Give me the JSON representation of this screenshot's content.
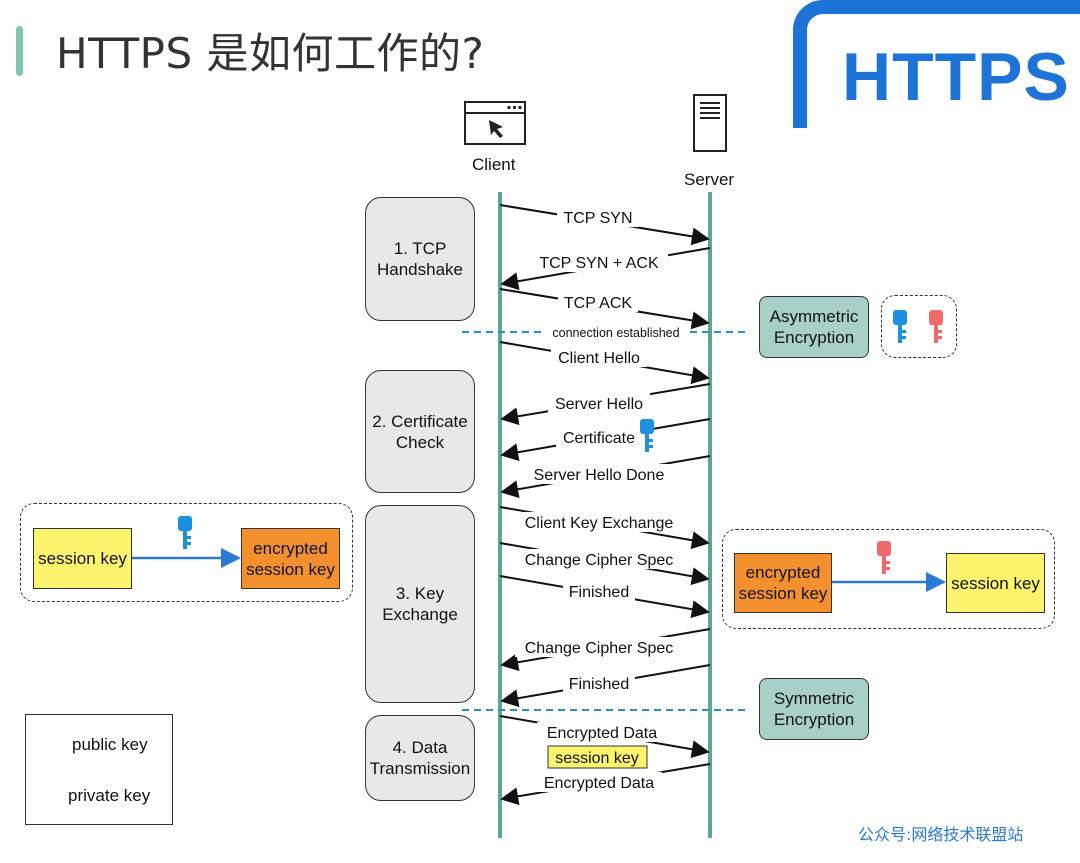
{
  "title": "HTTPS 是如何工作的?",
  "brand": "HTTPS",
  "client_label": "Client",
  "server_label": "Server",
  "phases": {
    "tcp": "1. TCP\nHandshake",
    "cert": "2. Certificate\nCheck",
    "key": "3. Key\nExchange",
    "data": "4. Data\nTransmission"
  },
  "messages": {
    "tcp_syn": "TCP SYN",
    "tcp_syn_ack": "TCP SYN + ACK",
    "tcp_ack": "TCP ACK",
    "connection_established": "connection established",
    "client_hello": "Client Hello",
    "server_hello": "Server Hello",
    "certificate": "Certificate",
    "server_hello_done": "Server Hello Done",
    "client_key_exchange": "Client Key Exchange",
    "change_cipher_spec_1": "Change Cipher Spec",
    "finished_1": "Finished",
    "change_cipher_spec_2": "Change Cipher Spec",
    "finished_2": "Finished",
    "encrypted_data_1": "Encrypted  Data",
    "session_key_tag": "session key",
    "encrypted_data_2": "Encrypted Data"
  },
  "encryption": {
    "asymmetric": "Asymmetric\nEncryption",
    "symmetric": "Symmetric\nEncryption"
  },
  "client_keys": {
    "session_key": "session key",
    "encrypted_session_key": "encrypted\nsession key"
  },
  "server_keys": {
    "encrypted_session_key": "encrypted\nsession key",
    "session_key": "session key"
  },
  "legend": {
    "public_key": "public key",
    "private_key": "private key"
  },
  "icons": {
    "client": "browser-window-cursor-icon",
    "server": "server-tower-icon",
    "public_key": "blue-key-icon",
    "private_key": "red-key-icon"
  },
  "colors": {
    "brand": "#1e74d6",
    "timeline": "#5fa596",
    "phase_fill": "#e8e8e8",
    "encryption_fill": "#a9d0c8",
    "session_key_fill": "#fbf46c",
    "encrypted_key_fill": "#f4912e",
    "public_key": "#1f8fe0",
    "private_key": "#ef6b6b",
    "divider": "#2a8fd0"
  },
  "watermark": "公众号:网络技术联盟站"
}
